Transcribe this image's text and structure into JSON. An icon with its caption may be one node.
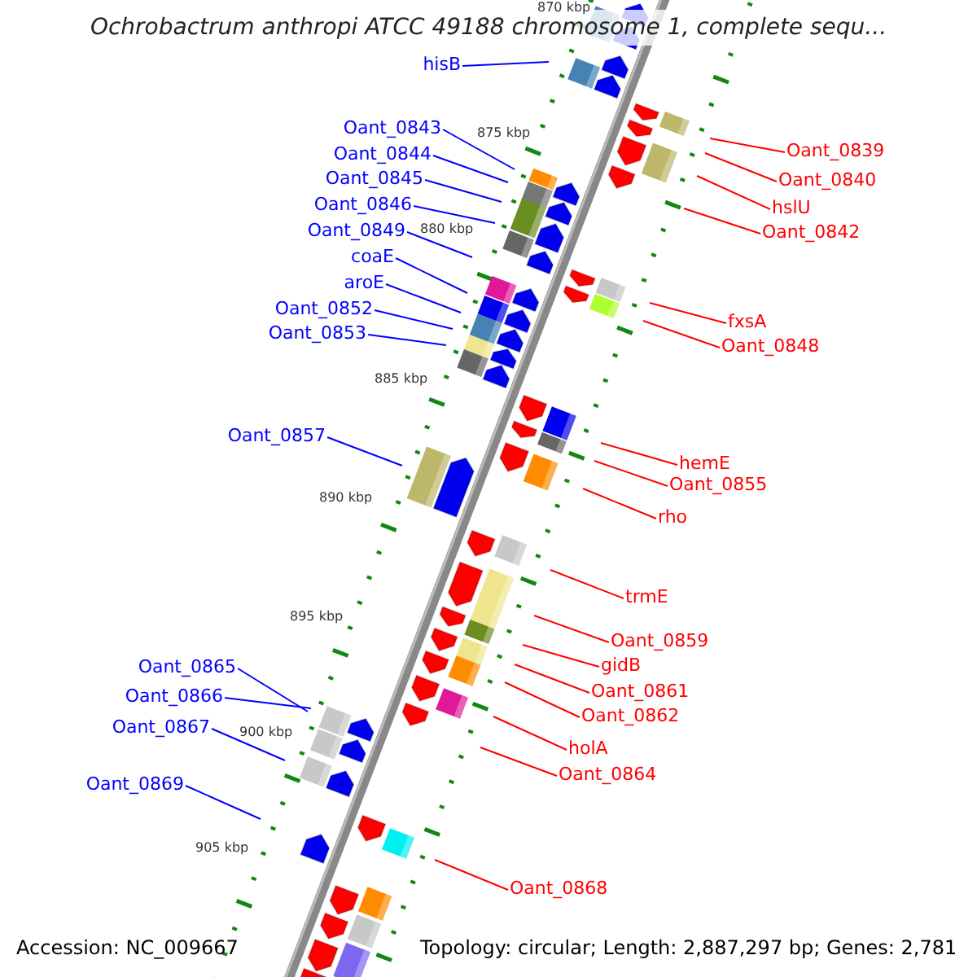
{
  "diagram": {
    "title": "Ochrobactrum anthropi ATCC 49188 chromosome 1, complete sequ...",
    "nodes": [
      {
        "text": [
          "hisB"
        ]
      },
      {
        "text": [
          "Oant_0843"
        ]
      },
      {
        "text": [
          "Oant_0844"
        ]
      },
      {
        "text": [
          "Oant_0845"
        ]
      },
      {
        "text": [
          "Oant_0846"
        ]
      },
      {
        "text": [
          "Oant_0849"
        ]
      },
      {
        "text": [
          "coaE"
        ]
      },
      {
        "text": [
          "aroE"
        ]
      },
      {
        "text": [
          "Oant_0852"
        ]
      },
      {
        "text": [
          "Oant_0853"
        ]
      },
      {
        "text": [
          "Oant_0857"
        ]
      },
      {
        "text": [
          "Oant_0865"
        ]
      },
      {
        "text": [
          "Oant_0866"
        ]
      },
      {
        "text": [
          "Oant_0867"
        ]
      },
      {
        "text": [
          "Oant_0869"
        ]
      },
      {
        "text": [
          "Oant_0839"
        ]
      },
      {
        "text": [
          "Oant_0840"
        ]
      },
      {
        "text": [
          "hslU"
        ]
      },
      {
        "text": [
          "Oant_0842"
        ]
      },
      {
        "text": [
          "fxsA"
        ]
      },
      {
        "text": [
          "Oant_0848"
        ]
      },
      {
        "text": [
          "hemE"
        ]
      },
      {
        "text": [
          "Oant_0855"
        ]
      },
      {
        "text": [
          "rho"
        ]
      },
      {
        "text": [
          "trmE"
        ]
      },
      {
        "text": [
          "Oant_0859"
        ]
      },
      {
        "text": [
          "gidB"
        ]
      },
      {
        "text": [
          "Oant_0861"
        ]
      },
      {
        "text": [
          "Oant_0862"
        ]
      },
      {
        "text": [
          "holA"
        ]
      },
      {
        "text": [
          "Oant_0864"
        ]
      },
      {
        "text": [
          "Oant_0868"
        ]
      }
    ],
    "edges": [
      {
        "from": 0,
        "to": null,
        "arrow": "none",
        "color": "#0000ff"
      },
      {
        "from": 1,
        "to": null,
        "arrow": "none",
        "color": "#0000ff"
      },
      {
        "from": 2,
        "to": null,
        "arrow": "none",
        "color": "#0000ff"
      },
      {
        "from": 3,
        "to": null,
        "arrow": "none",
        "color": "#0000ff"
      },
      {
        "from": 4,
        "to": null,
        "arrow": "none",
        "color": "#0000ff"
      },
      {
        "from": 5,
        "to": null,
        "arrow": "none",
        "color": "#0000ff"
      },
      {
        "from": 6,
        "to": null,
        "arrow": "none",
        "color": "#0000ff"
      },
      {
        "from": 7,
        "to": null,
        "arrow": "none",
        "color": "#0000ff"
      },
      {
        "from": 8,
        "to": null,
        "arrow": "none",
        "color": "#0000ff"
      },
      {
        "from": 9,
        "to": null,
        "arrow": "none",
        "color": "#0000ff"
      },
      {
        "from": 10,
        "to": null,
        "arrow": "none",
        "color": "#0000ff"
      },
      {
        "from": 11,
        "to": null,
        "arrow": "none",
        "color": "#0000ff"
      },
      {
        "from": 12,
        "to": null,
        "arrow": "none",
        "color": "#0000ff"
      },
      {
        "from": 13,
        "to": null,
        "arrow": "none",
        "color": "#0000ff"
      },
      {
        "from": 14,
        "to": null,
        "arrow": "none",
        "color": "#0000ff"
      },
      {
        "from": 15,
        "to": null,
        "arrow": "none"
      },
      {
        "from": 16,
        "to": null,
        "arrow": "none"
      },
      {
        "from": 17,
        "to": null,
        "arrow": "none"
      },
      {
        "from": 18,
        "to": null,
        "arrow": "none"
      },
      {
        "from": 19,
        "to": null,
        "arrow": "none"
      },
      {
        "from": 20,
        "to": null,
        "arrow": "none"
      },
      {
        "from": 21,
        "to": null,
        "arrow": "none"
      },
      {
        "from": 22,
        "to": null,
        "arrow": "none"
      },
      {
        "from": 23,
        "to": null,
        "arrow": "none"
      },
      {
        "from": 24,
        "to": null,
        "arrow": "none"
      },
      {
        "from": 25,
        "to": null,
        "arrow": "none"
      },
      {
        "from": 26,
        "to": null,
        "arrow": "none"
      },
      {
        "from": 27,
        "to": null,
        "arrow": "none"
      },
      {
        "from": 28,
        "to": null,
        "arrow": "none"
      },
      {
        "from": 29,
        "to": null,
        "arrow": "none"
      },
      {
        "from": 30,
        "to": null,
        "arrow": "none"
      },
      {
        "from": 31,
        "to": null,
        "arrow": "none"
      }
    ],
    "labels": [
      "870 kbp",
      "875 kbp",
      "880 kbp",
      "885 kbp",
      "890 kbp",
      "895 kbp",
      "900 kbp",
      "905 kbp",
      "Accession: NC_009667",
      "Topology: circular; Length: 2,887,297 bp; Genes: 2,781"
    ]
  }
}
